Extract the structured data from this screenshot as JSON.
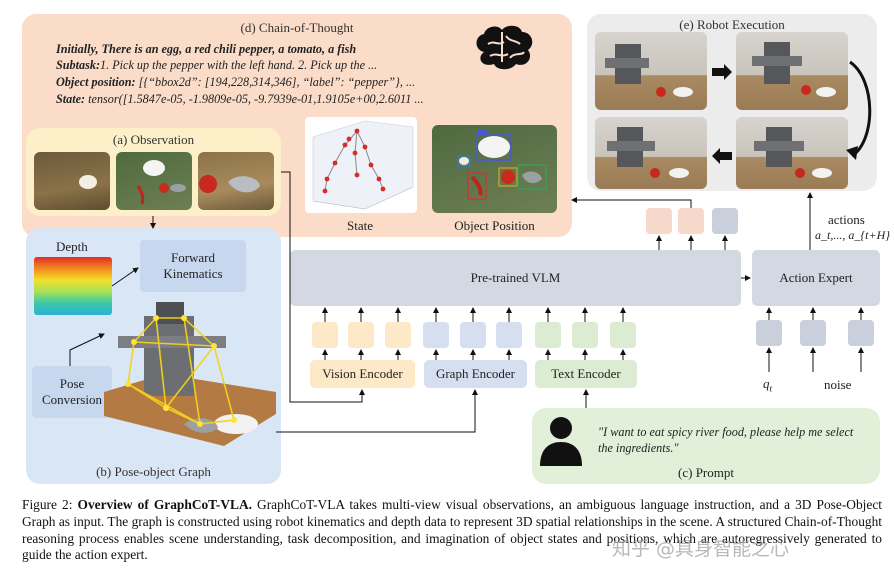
{
  "cot": {
    "title": "(d) Chain-of-Thought",
    "line1": "Initially, There is an egg, a red chili pepper, a tomato, a fish",
    "line2_label": "Subtask:",
    "line2_text": "1. Pick up the pepper with the left hand. 2. Pick up the ...",
    "line3_label": "Object position:",
    "line3_text": " [{“bbox2d”: [194,228,314,346], “label”: “pepper”}, ...",
    "line4_label": "State:",
    "line4_text": " tensor([1.5847e-05, -1.9809e-05, -9.7939e-01,1.9105e+00,2.6011 ...",
    "state_label": "State",
    "objpos_label": "Object Position",
    "brain_icon": "brain-icon"
  },
  "robot": {
    "title": "(e) Robot Execution",
    "actions_label": "actions",
    "actions_math": "a_t,..., a_{t+H}"
  },
  "observation": {
    "title": "(a) Observation"
  },
  "pose_graph": {
    "title": "(b) Pose-object Graph",
    "depth_label": "Depth",
    "fk_label": "Forward Kinematics",
    "pose_label": "Pose Conversion"
  },
  "vlm": {
    "label": "Pre-trained VLM"
  },
  "action_expert": {
    "label": "Action Expert",
    "qt_label": "q",
    "qt_sub": "t",
    "noise_label": "noise"
  },
  "encoders": {
    "vision": "Vision Encoder",
    "graph": "Graph Encoder",
    "text": "Text Encoder"
  },
  "prompt": {
    "title": "(c) Prompt",
    "text": "\"I want to eat spicy river food, please help me select the ingredients.\"",
    "user_icon": "user-icon"
  },
  "caption": {
    "fig_label": "Figure 2:",
    "bold": "Overview of GraphCoT-VLA.",
    "text": " GraphCoT-VLA takes multi-view visual observations, an ambiguous language instruction, and a 3D Pose-Object Graph as input. The graph is constructed using robot kinematics and depth data to represent 3D spatial relationships in the scene. A structured Chain-of-Thought reasoning process enables scene understanding, task decomposition, and imagination of object states and positions, which are autoregressively generated to guide the action expert."
  },
  "watermark": {
    "text": "知乎 @具身智能之心"
  },
  "colors": {
    "cot_bg": "#fbdcc9",
    "obs_bg": "#fdefc8",
    "graph_bg": "#d9e6f5",
    "prompt_bg": "#e2efd9",
    "vlm_bg": "#d3d8e2",
    "robot_bg": "#ececec"
  }
}
